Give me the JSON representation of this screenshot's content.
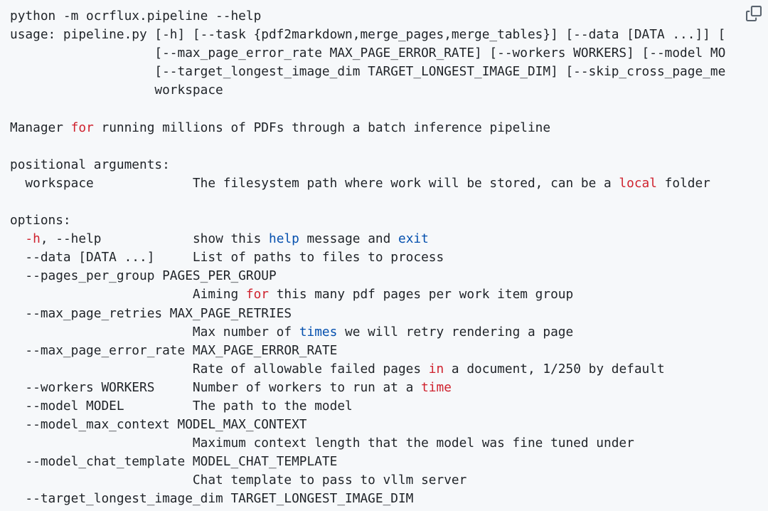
{
  "code": {
    "lines": [
      [
        {
          "t": "python -m ocrflux.pipeline --help"
        }
      ],
      [
        {
          "t": "usage: pipeline.py [-h] [--task {pdf2markdown,merge_pages,merge_tables}] [--data [DATA ...]] ["
        }
      ],
      [
        {
          "t": "                   [--max_page_error_rate MAX_PAGE_ERROR_RATE] [--workers WORKERS] [--model MO"
        }
      ],
      [
        {
          "t": "                   [--target_longest_image_dim TARGET_LONGEST_IMAGE_DIM] [--skip_cross_page_me"
        }
      ],
      [
        {
          "t": "                   workspace"
        }
      ],
      [],
      [
        {
          "t": "Manager "
        },
        {
          "t": "for",
          "c": "red"
        },
        {
          "t": " running millions of PDFs through a batch inference pipeline"
        }
      ],
      [],
      [
        {
          "t": "positional arguments:"
        }
      ],
      [
        {
          "t": "  workspace             The filesystem path where work will be stored, can be a "
        },
        {
          "t": "local",
          "c": "red"
        },
        {
          "t": " folder"
        }
      ],
      [],
      [
        {
          "t": "options:"
        }
      ],
      [
        {
          "t": "  "
        },
        {
          "t": "-h",
          "c": "red"
        },
        {
          "t": ", --help            show this "
        },
        {
          "t": "help",
          "c": "blue"
        },
        {
          "t": " message and "
        },
        {
          "t": "exit",
          "c": "blue"
        }
      ],
      [
        {
          "t": "  --data [DATA ...]     List of paths to files to process"
        }
      ],
      [
        {
          "t": "  --pages_per_group PAGES_PER_GROUP"
        }
      ],
      [
        {
          "t": "                        Aiming "
        },
        {
          "t": "for",
          "c": "red"
        },
        {
          "t": " this many pdf pages per work item group"
        }
      ],
      [
        {
          "t": "  --max_page_retries MAX_PAGE_RETRIES"
        }
      ],
      [
        {
          "t": "                        Max number of "
        },
        {
          "t": "times",
          "c": "blue"
        },
        {
          "t": " we will retry rendering a page"
        }
      ],
      [
        {
          "t": "  --max_page_error_rate MAX_PAGE_ERROR_RATE"
        }
      ],
      [
        {
          "t": "                        Rate of allowable failed pages "
        },
        {
          "t": "in",
          "c": "red"
        },
        {
          "t": " a document, 1/250 by default"
        }
      ],
      [
        {
          "t": "  --workers WORKERS     Number of workers to run at a "
        },
        {
          "t": "time",
          "c": "red"
        }
      ],
      [
        {
          "t": "  --model MODEL         The path to the model"
        }
      ],
      [
        {
          "t": "  --model_max_context MODEL_MAX_CONTEXT"
        }
      ],
      [
        {
          "t": "                        Maximum context length that the model was fine tuned under"
        }
      ],
      [
        {
          "t": "  --model_chat_template MODEL_CHAT_TEMPLATE"
        }
      ],
      [
        {
          "t": "                        Chat template to pass to vllm server"
        }
      ],
      [
        {
          "t": "  --target_longest_image_dim TARGET_LONGEST_IMAGE_DIM"
        }
      ]
    ]
  },
  "colors": {
    "background": "#f6f8fa",
    "text": "#1f2328",
    "keyword_red": "#cf222e",
    "keyword_blue": "#0550ae",
    "icon": "#59636e"
  },
  "copy_button": {
    "icon": "copy-icon"
  }
}
